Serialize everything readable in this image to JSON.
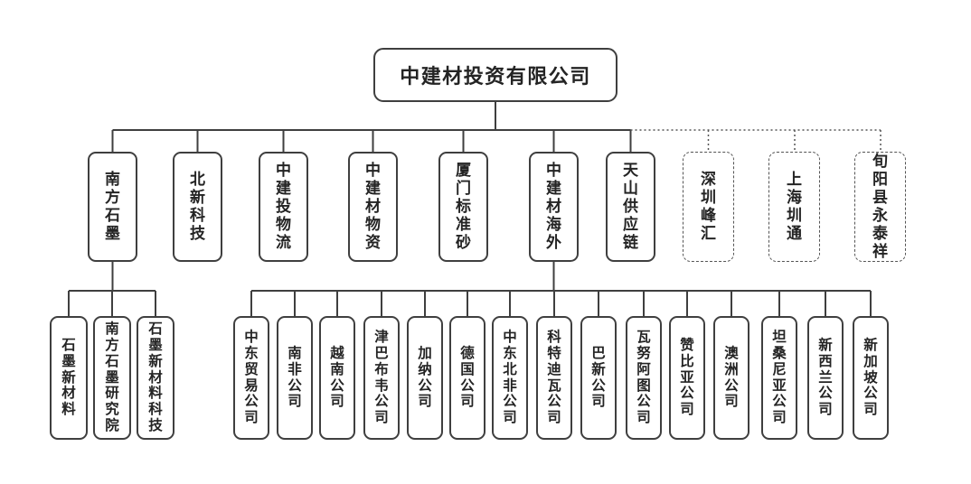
{
  "root": {
    "label": "中建材投资有限公司"
  },
  "subsidiaries": [
    {
      "label": "南方石墨",
      "line_style": "solid"
    },
    {
      "label": "北新科技",
      "line_style": "solid"
    },
    {
      "label": "中建投物流",
      "line_style": "solid"
    },
    {
      "label": "中建材物资",
      "line_style": "solid"
    },
    {
      "label": "厦门标准砂",
      "line_style": "solid"
    },
    {
      "label": "中建材海外",
      "line_style": "solid"
    },
    {
      "label": "天山供应链",
      "line_style": "solid"
    },
    {
      "label": "深圳峰汇",
      "line_style": "dashed"
    },
    {
      "label": "上海圳通",
      "line_style": "dashed"
    },
    {
      "label": "旬阳县永泰祥",
      "line_style": "dashed"
    }
  ],
  "graphite_group": {
    "parent": "南方石墨",
    "items": [
      {
        "label": "石墨新材料"
      },
      {
        "label": "南方石墨研究院"
      },
      {
        "label": "石墨新材料科技"
      }
    ]
  },
  "overseas_group": {
    "parent": "中建材海外",
    "items": [
      {
        "label": "中东贸易公司"
      },
      {
        "label": "南非公司"
      },
      {
        "label": "越南公司"
      },
      {
        "label": "津巴布韦公司"
      },
      {
        "label": "加纳公司"
      },
      {
        "label": "德国公司"
      },
      {
        "label": "中东北非公司"
      },
      {
        "label": "科特迪瓦公司"
      },
      {
        "label": "巴新公司"
      },
      {
        "label": "瓦努阿图公司"
      },
      {
        "label": "赞比亚公司"
      },
      {
        "label": "澳洲公司"
      },
      {
        "label": "坦桑尼亚公司"
      },
      {
        "label": "新西兰公司"
      },
      {
        "label": "新加坡公司"
      }
    ]
  },
  "colors": {
    "line": "#3f3f3f",
    "dashed_line": "#555555",
    "box_border": "#3f3f3f",
    "text": "#242424",
    "background": "#ffffff"
  }
}
